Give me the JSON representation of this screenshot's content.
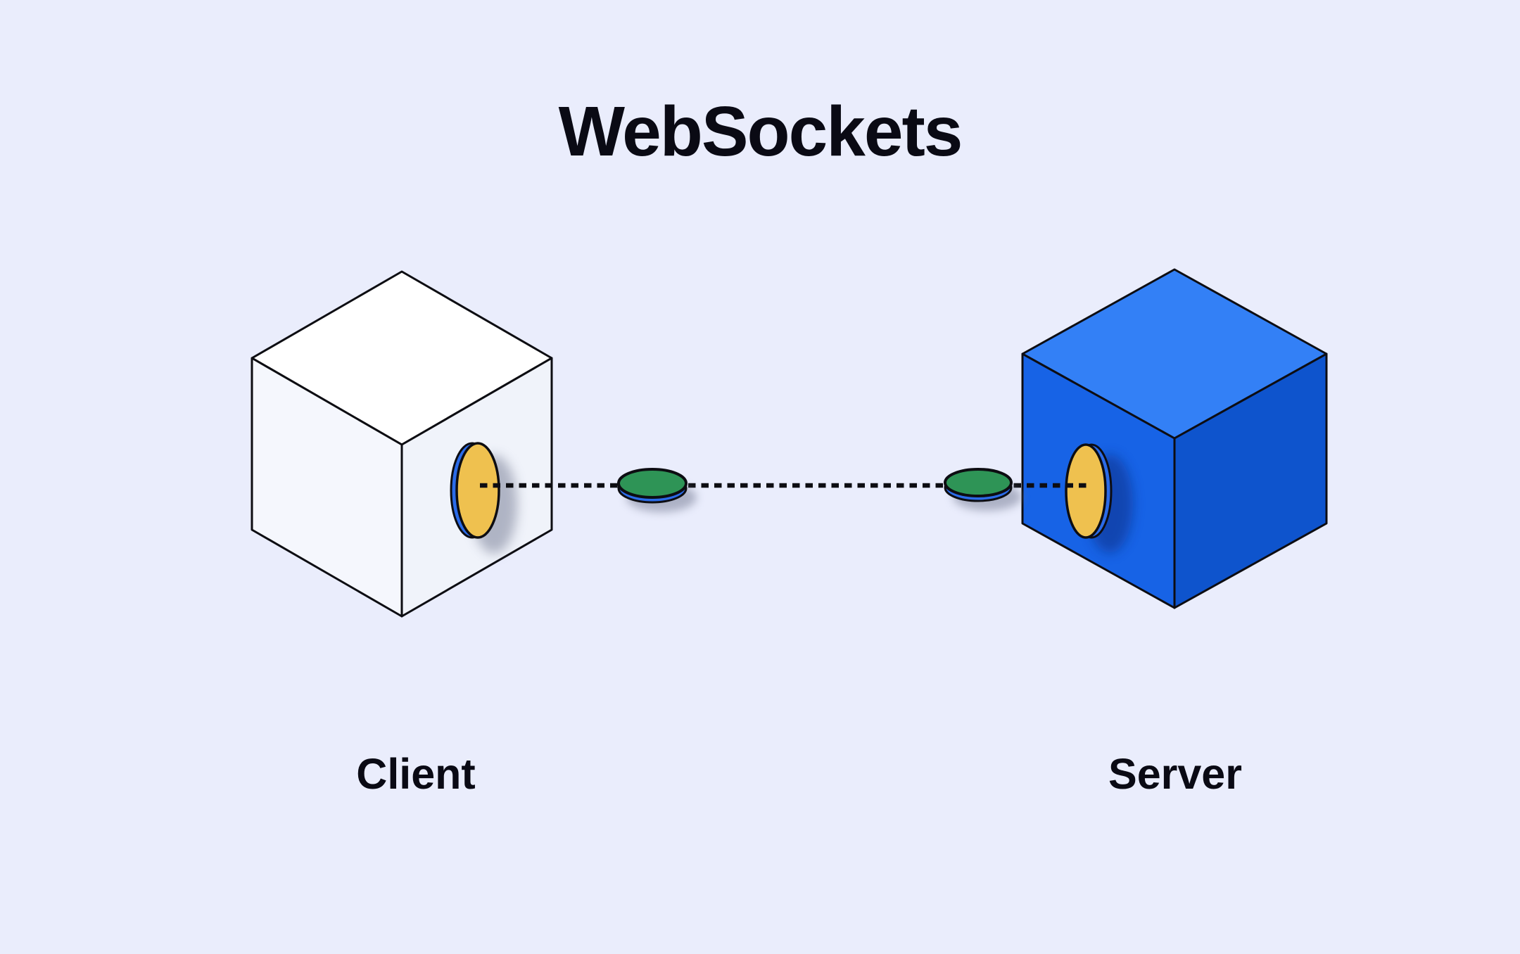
{
  "diagram": {
    "title": "WebSockets",
    "nodes": [
      {
        "id": "client",
        "label": "Client",
        "cube_style": "white",
        "port_icon": "socket-port"
      },
      {
        "id": "server",
        "label": "Server",
        "cube_style": "blue",
        "port_icon": "socket-port"
      }
    ],
    "connection": {
      "type": "dashed-line",
      "packet_count": 2,
      "packet_icon": "message-packet"
    }
  },
  "colors": {
    "background": "#EAEDFC",
    "outline": "#0D0D12",
    "text": "#0A0A14",
    "client_cube": {
      "top": "#FFFFFF",
      "left": "#F5F7FD",
      "right": "#F0F3FA"
    },
    "server_cube": {
      "top": "#3380F6",
      "left": "#1763E6",
      "right": "#0E54CD"
    },
    "socket_yellow": "#EFC14F",
    "accent_blue": "#2B6BE8",
    "packet_green": "#2E9456",
    "shadow_gray": "#70768F",
    "shadow_navy": "#0A2F86"
  }
}
